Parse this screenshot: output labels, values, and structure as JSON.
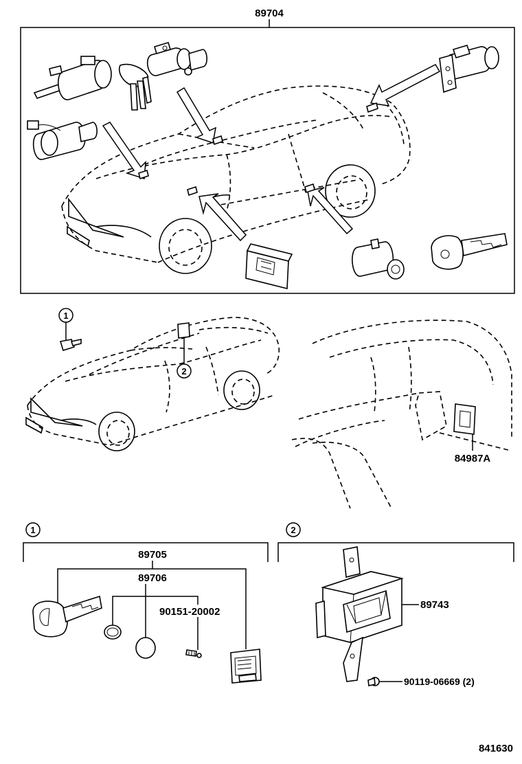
{
  "parts": {
    "top_assembly": "89704",
    "switch": "84987A",
    "key_set": "89705",
    "transmitter": "89706",
    "screw": "90151-20002",
    "ecu": "89743",
    "clip": "90119-06669 (2)"
  },
  "callouts": {
    "one": "1",
    "two": "2"
  },
  "diagram_id": "841630"
}
